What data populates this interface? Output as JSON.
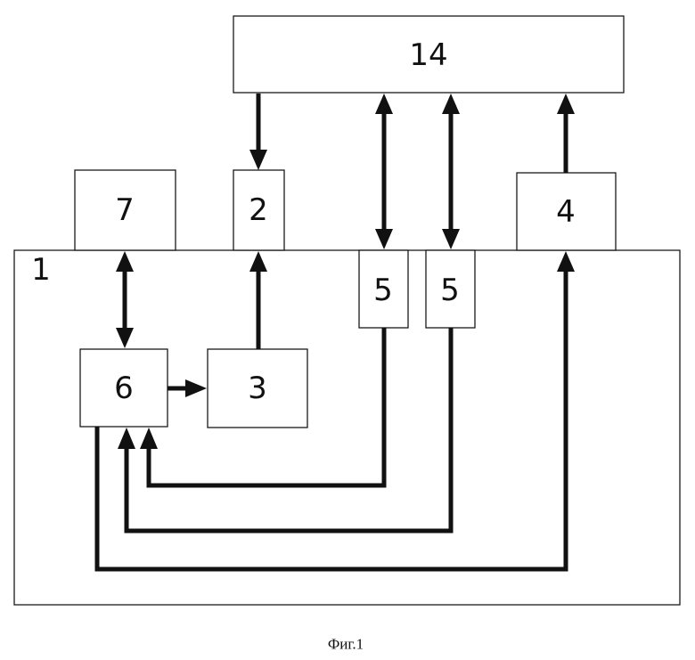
{
  "blocks": {
    "b1": "1",
    "b2": "2",
    "b3": "3",
    "b4": "4",
    "b5a": "5",
    "b5b": "5",
    "b6": "6",
    "b7": "7",
    "b14": "14"
  },
  "caption": "Фиг.1",
  "connections": [
    {
      "from": "14",
      "to": "2",
      "direction": "one-way"
    },
    {
      "from": "5",
      "to": "14",
      "direction": "two-way"
    },
    {
      "from": "5",
      "to": "14",
      "direction": "two-way"
    },
    {
      "from": "4",
      "to": "14",
      "direction": "one-way"
    },
    {
      "from": "7",
      "to": "6",
      "direction": "two-way"
    },
    {
      "from": "3",
      "to": "2",
      "direction": "one-way"
    },
    {
      "from": "6",
      "to": "3",
      "direction": "one-way"
    },
    {
      "from": "5",
      "to": "6",
      "direction": "one-way"
    },
    {
      "from": "5",
      "to": "6",
      "direction": "one-way"
    },
    {
      "from": "6",
      "to": "4",
      "direction": "one-way"
    }
  ],
  "colors": {
    "line": "#111111",
    "background": "#ffffff"
  }
}
